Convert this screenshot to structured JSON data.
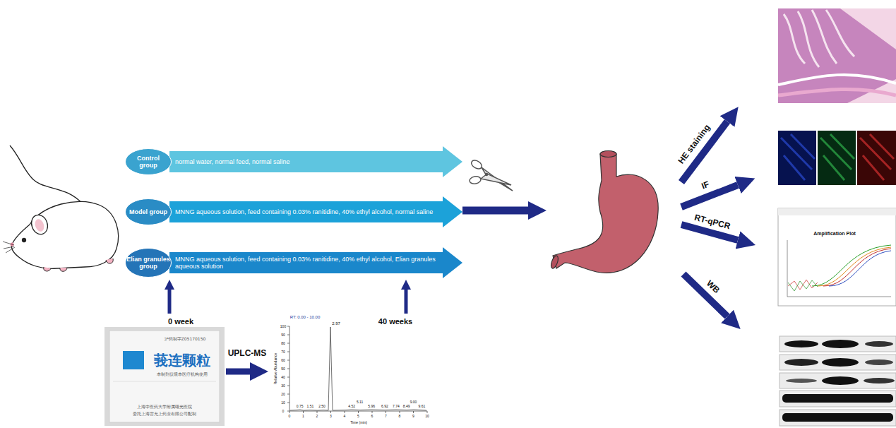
{
  "diagram": {
    "nodes": [
      {
        "text": [
          "Control group"
        ]
      },
      {
        "text": [
          "normal water, normal feed, normal saline"
        ]
      },
      {
        "text": [
          "Model group"
        ]
      },
      {
        "text": [
          "MNNG aqueous solution, feed containing 0.03% ranitidine, 40% ethyl alcohol, normal saline"
        ]
      },
      {
        "text": [
          "Elian granules group"
        ]
      },
      {
        "text": [
          "MNNG aqueous solution, feed containing 0.03% ranitidine, 40% ethyl alcohol, Elian granules aqueous solution"
        ]
      }
    ],
    "labels": [
      "0 week",
      "40 weeks",
      "UPLC-MS",
      "HE staining",
      "IF",
      "RT-qPCR",
      "WB",
      "沪药制字Z05170150",
      "莪连颗粒",
      "本制剂仅限本医疗机构使用",
      "上海中医药大学附属曙光医院",
      "委托上海雷允上药业有限公司配制",
      "RT: 0.00 - 10.00",
      "2.97",
      "0.75",
      "1.51",
      "2.50",
      "4.52",
      "5.11",
      "5.96",
      "6.92",
      "7.74",
      "8.49",
      "9.00",
      "9.61",
      "100",
      "90",
      "80",
      "70",
      "60",
      "50",
      "40",
      "30",
      "20",
      "10",
      "0",
      "0",
      "1",
      "2",
      "3",
      "4",
      "5",
      "6",
      "7",
      "8",
      "9",
      "10",
      "Relative Abundance",
      "Time (min)",
      "Amplification Plot"
    ]
  }
}
